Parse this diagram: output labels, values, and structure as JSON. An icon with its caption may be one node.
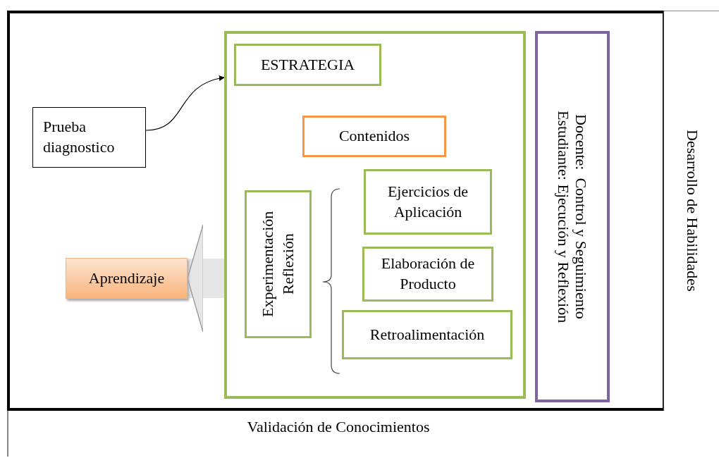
{
  "diagram": {
    "nodes": [
      {
        "text": [
          "Prueba diagnostico"
        ]
      },
      {
        "text": [],
        "shape": "box"
      },
      {
        "text": [
          "ESTRATEGIA"
        ],
        "in": 1
      },
      {
        "text": [
          "Contenidos"
        ],
        "in": 1
      },
      {
        "text": [
          "Experimentación Reflexión"
        ],
        "in": 1
      },
      {
        "text": [
          "Ejercicios de Aplicación"
        ],
        "in": 1
      },
      {
        "text": [
          "Elaboración de Producto"
        ],
        "in": 1
      },
      {
        "text": [
          "Retroalimentación"
        ],
        "in": 1
      },
      {
        "text": [
          "Docente:  Control y Seguimiento",
          "Estudiante: Ejecución y Reflexión"
        ]
      },
      {
        "text": [
          "Aprendizaje"
        ]
      }
    ],
    "edges": [
      {
        "from": 0,
        "to": 1,
        "arrow": "to"
      },
      {
        "from": 1,
        "to": 9,
        "arrow": "to",
        "style": "thick",
        "color": "#e6e6e6"
      }
    ],
    "labels": [
      "Desarrollo de Habilidades",
      "Validación de Conocimientos"
    ]
  }
}
